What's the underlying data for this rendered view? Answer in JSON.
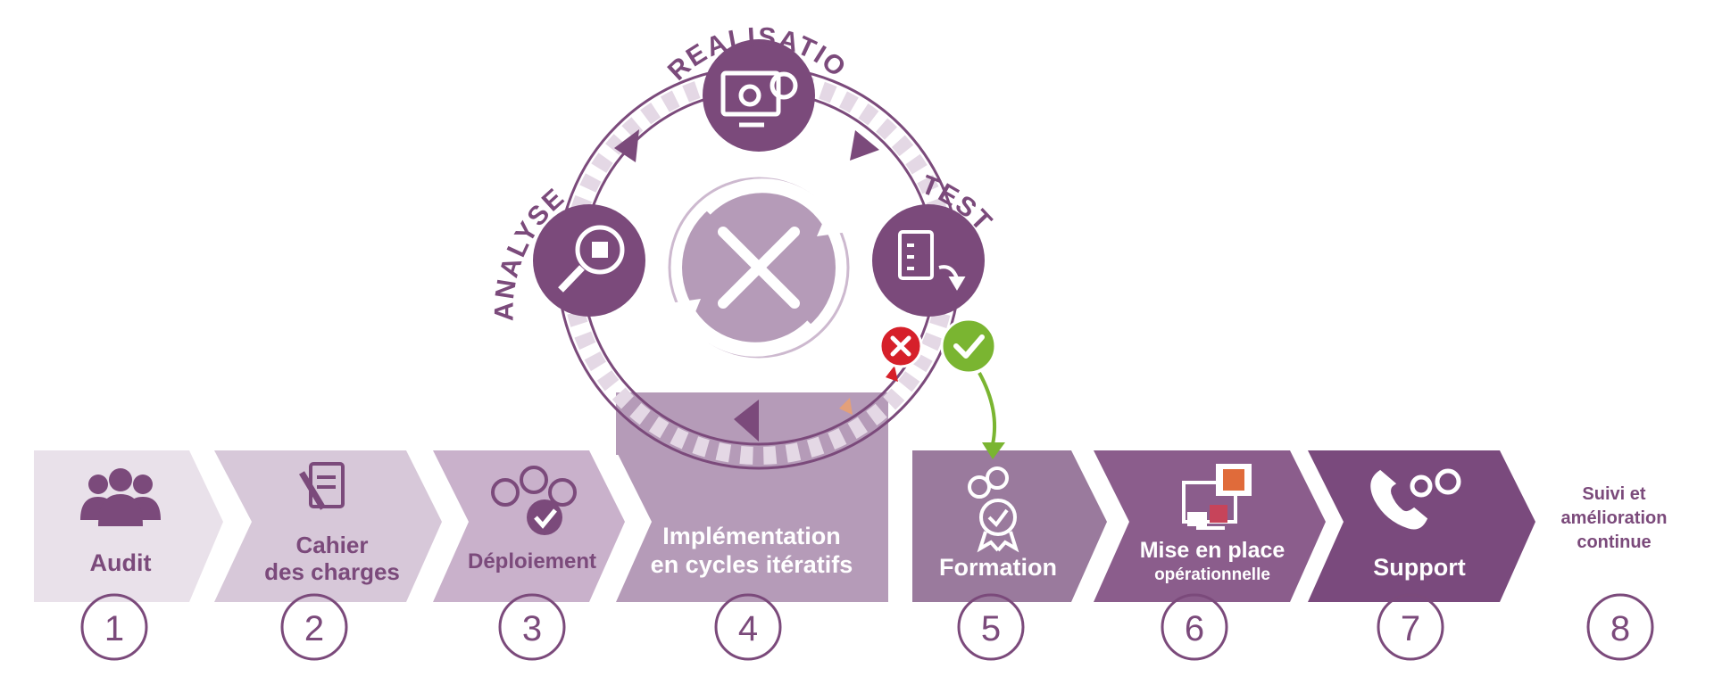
{
  "colors": {
    "step1": "#e9e1ea",
    "step2": "#d7c8d9",
    "step3": "#c9b1cb",
    "step4": "#b59bb8",
    "step5": "#9a7a9d",
    "step6": "#8b5d8c",
    "step7": "#7a4a7d",
    "cycle_dark": "#7b4a7b",
    "cycle_mid": "#a585a7",
    "cycle_light": "#cdb9cf",
    "circle_number": "#7b4a7b",
    "success": "#7ab531",
    "failure": "#d6202a",
    "white": "#ffffff"
  },
  "cycle": {
    "analyse_label": "ANALYSE",
    "realisation_label": "REALISATION",
    "test_label": "TEST",
    "analyse_icon": "magnifier-puzzle-icon",
    "realisation_icon": "monitor-gears-icon",
    "test_icon": "clipboard-checklist-icon",
    "center_icon": "wrench-screwdriver-icon",
    "fail_icon": "x-circle-icon",
    "pass_icon": "check-circle-icon"
  },
  "steps": [
    {
      "number": "1",
      "title": "Audit",
      "icon": "team-icon"
    },
    {
      "number": "2",
      "title_line1": "Cahier",
      "title_line2": "des charges",
      "icon": "document-pencil-icon"
    },
    {
      "number": "3",
      "title": "Déploiement",
      "icon": "people-check-icon"
    },
    {
      "number": "4",
      "title_line1": "Implémentation",
      "title_line2": "en cycles itératifs"
    },
    {
      "number": "5",
      "title": "Formation",
      "icon": "people-award-icon"
    },
    {
      "number": "6",
      "title_line1": "Mise en place",
      "title_line2": "opérationnelle",
      "icon": "screens-icon"
    },
    {
      "number": "7",
      "title": "Support",
      "icon": "phone-gears-icon"
    },
    {
      "number": "8",
      "title_line1": "Suivi et",
      "title_line2": "amélioration",
      "title_line3": "continue"
    }
  ]
}
